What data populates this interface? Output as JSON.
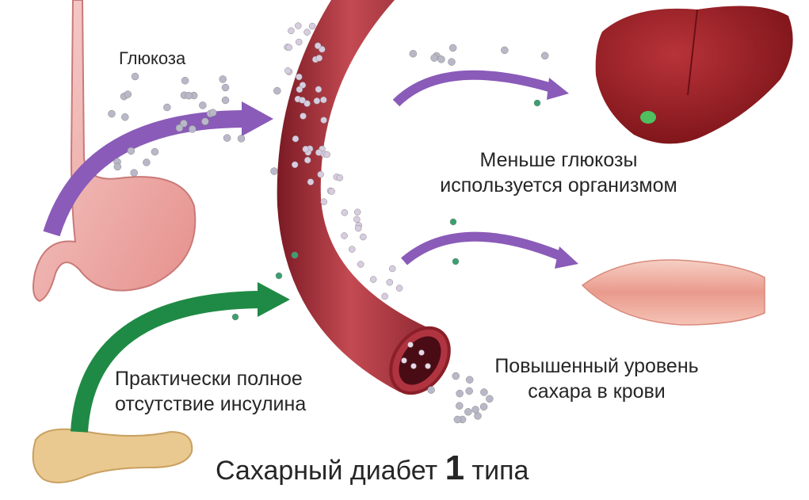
{
  "labels": {
    "glucose": "Глюкоза",
    "less_glucose_line1": "Меньше глюкозы",
    "less_glucose_line2": "используется организмом",
    "no_insulin_line1": "Практически полное",
    "no_insulin_line2": "отсутствие инсулина",
    "high_sugar_line1": "Повышенный уровень",
    "high_sugar_line2": "сахара в крови"
  },
  "title": {
    "before": "Сахарный диабет ",
    "number": "1",
    "after": " типа"
  },
  "colors": {
    "purple_arrow": "#8a5bb8",
    "green_arrow": "#1f8a45",
    "vessel": "#a8323c",
    "liver": "#9c1f24",
    "stomach": "#f0b7b5",
    "muscle": "#f2b5a8",
    "pancreas": "#e9c98f",
    "glucose_dot": "#b8b8c8",
    "insulin_dot": "#3aa070"
  }
}
